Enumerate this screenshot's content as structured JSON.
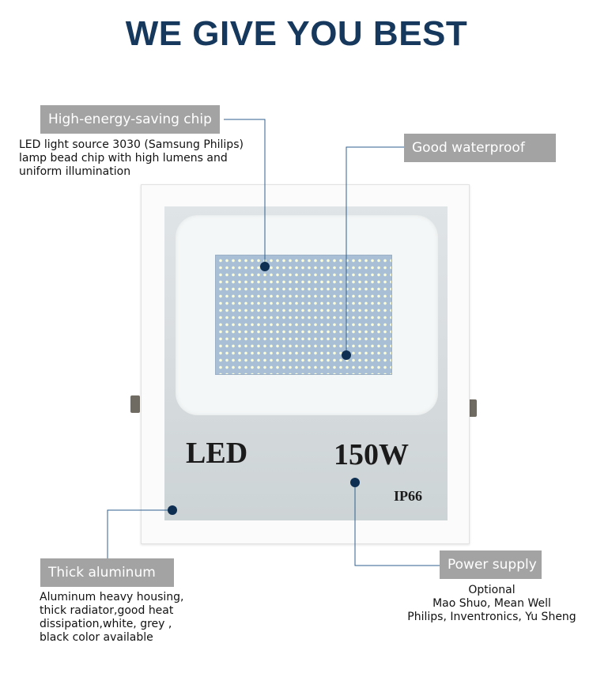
{
  "headline": "WE GIVE YOU BEST",
  "lamp": {
    "brand_text": "LED",
    "wattage_text": "150W",
    "rating_text": "IP66"
  },
  "callouts": {
    "chip": {
      "label": "High-energy-saving chip",
      "lines": [
        "LED light source 3030 (Samsung Philips)",
        "lamp bead chip with high lumens and",
        "uniform illumination"
      ]
    },
    "waterproof": {
      "label": "Good waterproof"
    },
    "aluminum": {
      "label": "Thick aluminum",
      "lines": [
        "Aluminum heavy housing,",
        "thick radiator,good heat",
        "dissipation,white, grey ,",
        "black color available"
      ]
    },
    "power": {
      "label": "Power supply",
      "lines": [
        "Optional",
        "Mao Shuo, Mean Well",
        "Philips, Inventronics, Yu Sheng"
      ]
    }
  },
  "colors": {
    "headline": "#16385c",
    "label_bg": "#a3a3a3",
    "leader_line": "#2f5f8f",
    "leader_dot": "#0f2f52"
  }
}
